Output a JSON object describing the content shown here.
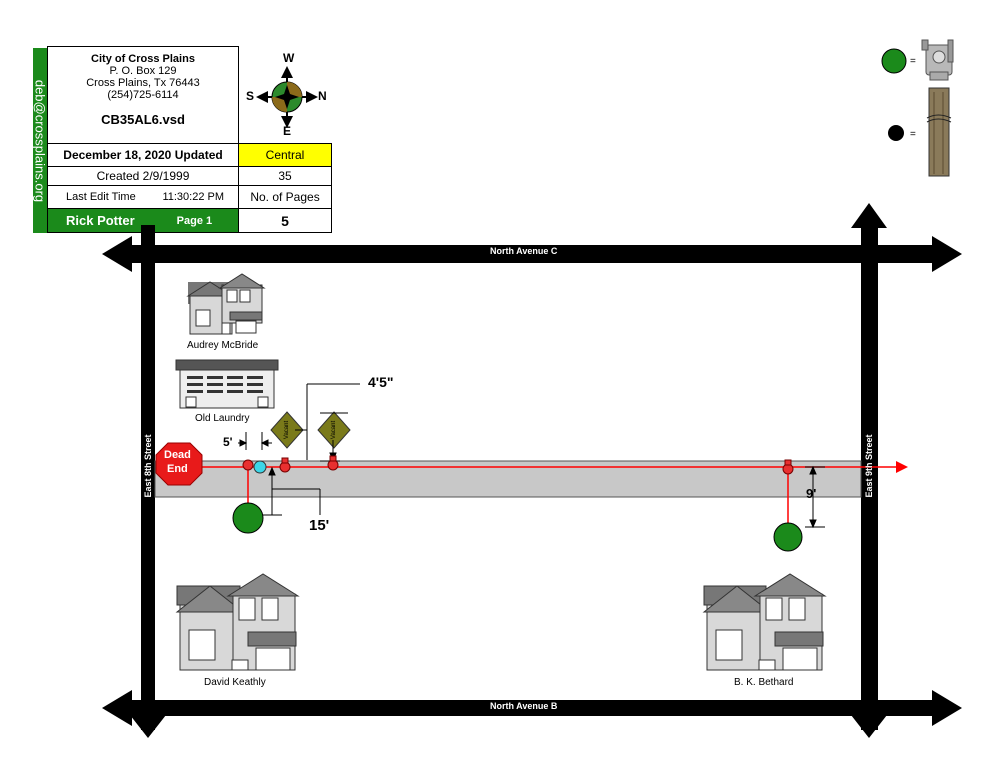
{
  "title_block": {
    "side_email": "deb@crossplains.org",
    "org_name": "City of Cross Plains",
    "po_box": "P. O. Box 129",
    "city_state": "Cross Plains, Tx  76443",
    "phone": "(254)725-6114",
    "file_name": "CB35AL6.vsd",
    "updated": "December 18, 2020 Updated",
    "region": "Central",
    "created": "Created 2/9/1999",
    "created_value": "35",
    "last_edit_label": "Last Edit Time",
    "last_edit_time": "11:30:22 PM",
    "pages_label": "No. of Pages",
    "author": "Rick Potter",
    "page": "Page 1",
    "pages_count": "5",
    "colors": {
      "green": "#1b8a1b",
      "yellow": "#ffff00"
    }
  },
  "compass": {
    "north": "N",
    "south": "S",
    "east": "E",
    "west": "W"
  },
  "legend": {
    "items": [
      {
        "symbol": "green-circle",
        "equals": "=",
        "icon": "gas-meter-icon"
      },
      {
        "symbol": "black-circle",
        "equals": "=",
        "icon": "utility-pole-icon"
      }
    ]
  },
  "streets": {
    "top": "North Avenue C",
    "bottom": "North Avenue B",
    "left": "East 8th Street",
    "right": "East 9th Street"
  },
  "sign": {
    "line1": "Dead",
    "line2": "End"
  },
  "buildings": {
    "audrey": "Audrey McBride",
    "laundry": "Old Laundry",
    "david": "David Keathly",
    "bethard": "B. K. Bethard",
    "vacant1": "Vacant",
    "vacant2": "Vacant"
  },
  "dimensions": {
    "d1": "5'",
    "d2": "4'5\"",
    "d3": "15'",
    "d4": "9'"
  },
  "line_color": "#ff0000"
}
